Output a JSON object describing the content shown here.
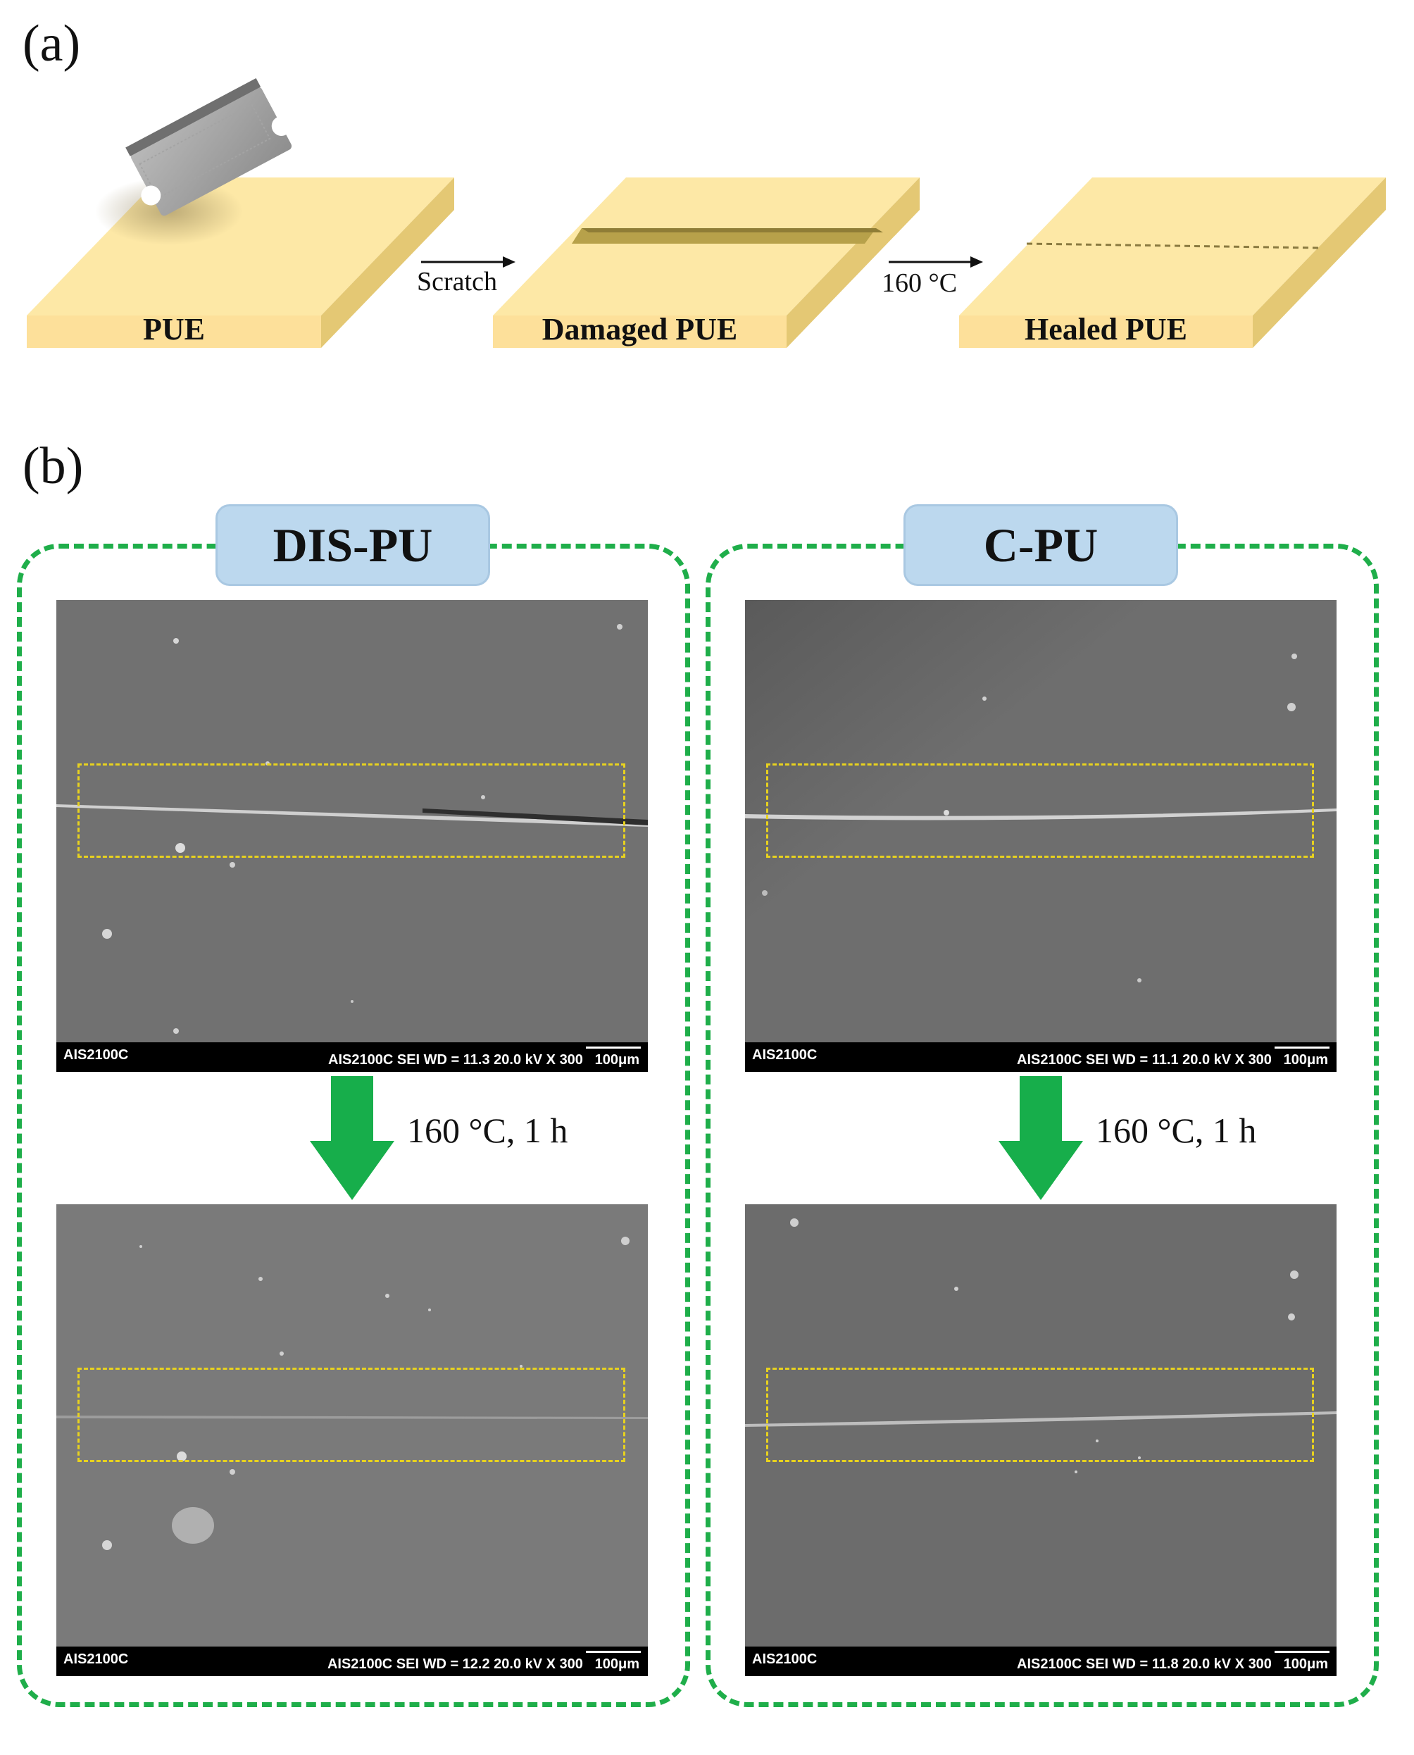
{
  "panel_a": {
    "label": "(a)",
    "slabs": [
      {
        "label": "PUE"
      },
      {
        "label": "Damaged PUE"
      },
      {
        "label": "Healed PUE"
      }
    ],
    "arrows": [
      {
        "label": "Scratch"
      },
      {
        "label": "160 °C"
      }
    ]
  },
  "panel_b": {
    "label": "(b)",
    "groups": [
      {
        "title": "DIS-PU",
        "process_label": "160 °C, 1 h",
        "images": [
          {
            "corner_text": "AIS2100C",
            "info_text": "AIS2100C  SEI   WD = 11.3   20.0 kV  X 300",
            "scale_text": "100μm"
          },
          {
            "corner_text": "AIS2100C",
            "info_text": "AIS2100C  SEI   WD = 12.2   20.0 kV  X 300",
            "scale_text": "100μm"
          }
        ]
      },
      {
        "title": "C-PU",
        "process_label": "160 °C, 1 h",
        "images": [
          {
            "corner_text": "AIS2100C",
            "info_text": "AIS2100C  SEI   WD = 11.1   20.0 kV  X 300",
            "scale_text": "100μm"
          },
          {
            "corner_text": "AIS2100C",
            "info_text": "AIS2100C  SEI   WD = 11.8   20.0 kV  X 300",
            "scale_text": "100μm"
          }
        ]
      }
    ]
  },
  "colors": {
    "slab_top": "#fde8a6",
    "slab_front": "#fde09a",
    "slab_side": "#e4c874",
    "dashed_border": "#1fae4a",
    "title_fill": "#bcd8ee",
    "roi_box": "#e8d21e",
    "heat_arrow": "#17ae4b"
  }
}
